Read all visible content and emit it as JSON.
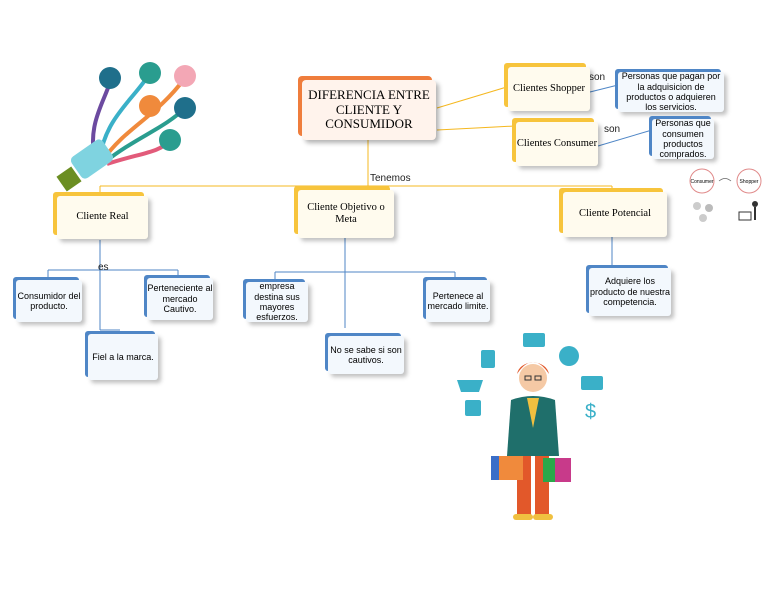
{
  "main": "DIFERENCIA ENTRE CLIENTE Y CONSUMIDOR",
  "connectors": {
    "tenemos": "Tenemos",
    "son1": "son",
    "son2": "son",
    "es": "es"
  },
  "top_right": {
    "shopper": "Clientes Shopper",
    "shopper_desc": "Personas que pagan por la adquisicion de productos o adquieren los servicios.",
    "consumer": "Clientes Consumer",
    "consumer_desc": "Personas que consumen productos comprados."
  },
  "branches": {
    "real": "Cliente Real",
    "objetivo": "Cliente Objetivo o Meta",
    "potencial": "Cliente Potencial"
  },
  "leaves": {
    "real_1": "Consumidor del producto.",
    "real_2": "Perteneciente al mercado Cautivo.",
    "real_3": "Fiel a la marca.",
    "obj_1": "empresa destina sus mayores esfuerzos.",
    "obj_2": "Pertenece al mercado limite.",
    "obj_3": "No se sabe si son cautivos.",
    "pot_1": "Adquiere los producto de nuestra competencia."
  },
  "mini_graphic": {
    "left": "Consumer",
    "right": "Shopper"
  },
  "colors": {
    "orange": "#ef7d3c",
    "yellow": "#f5b820",
    "blue": "#4f86c6"
  }
}
